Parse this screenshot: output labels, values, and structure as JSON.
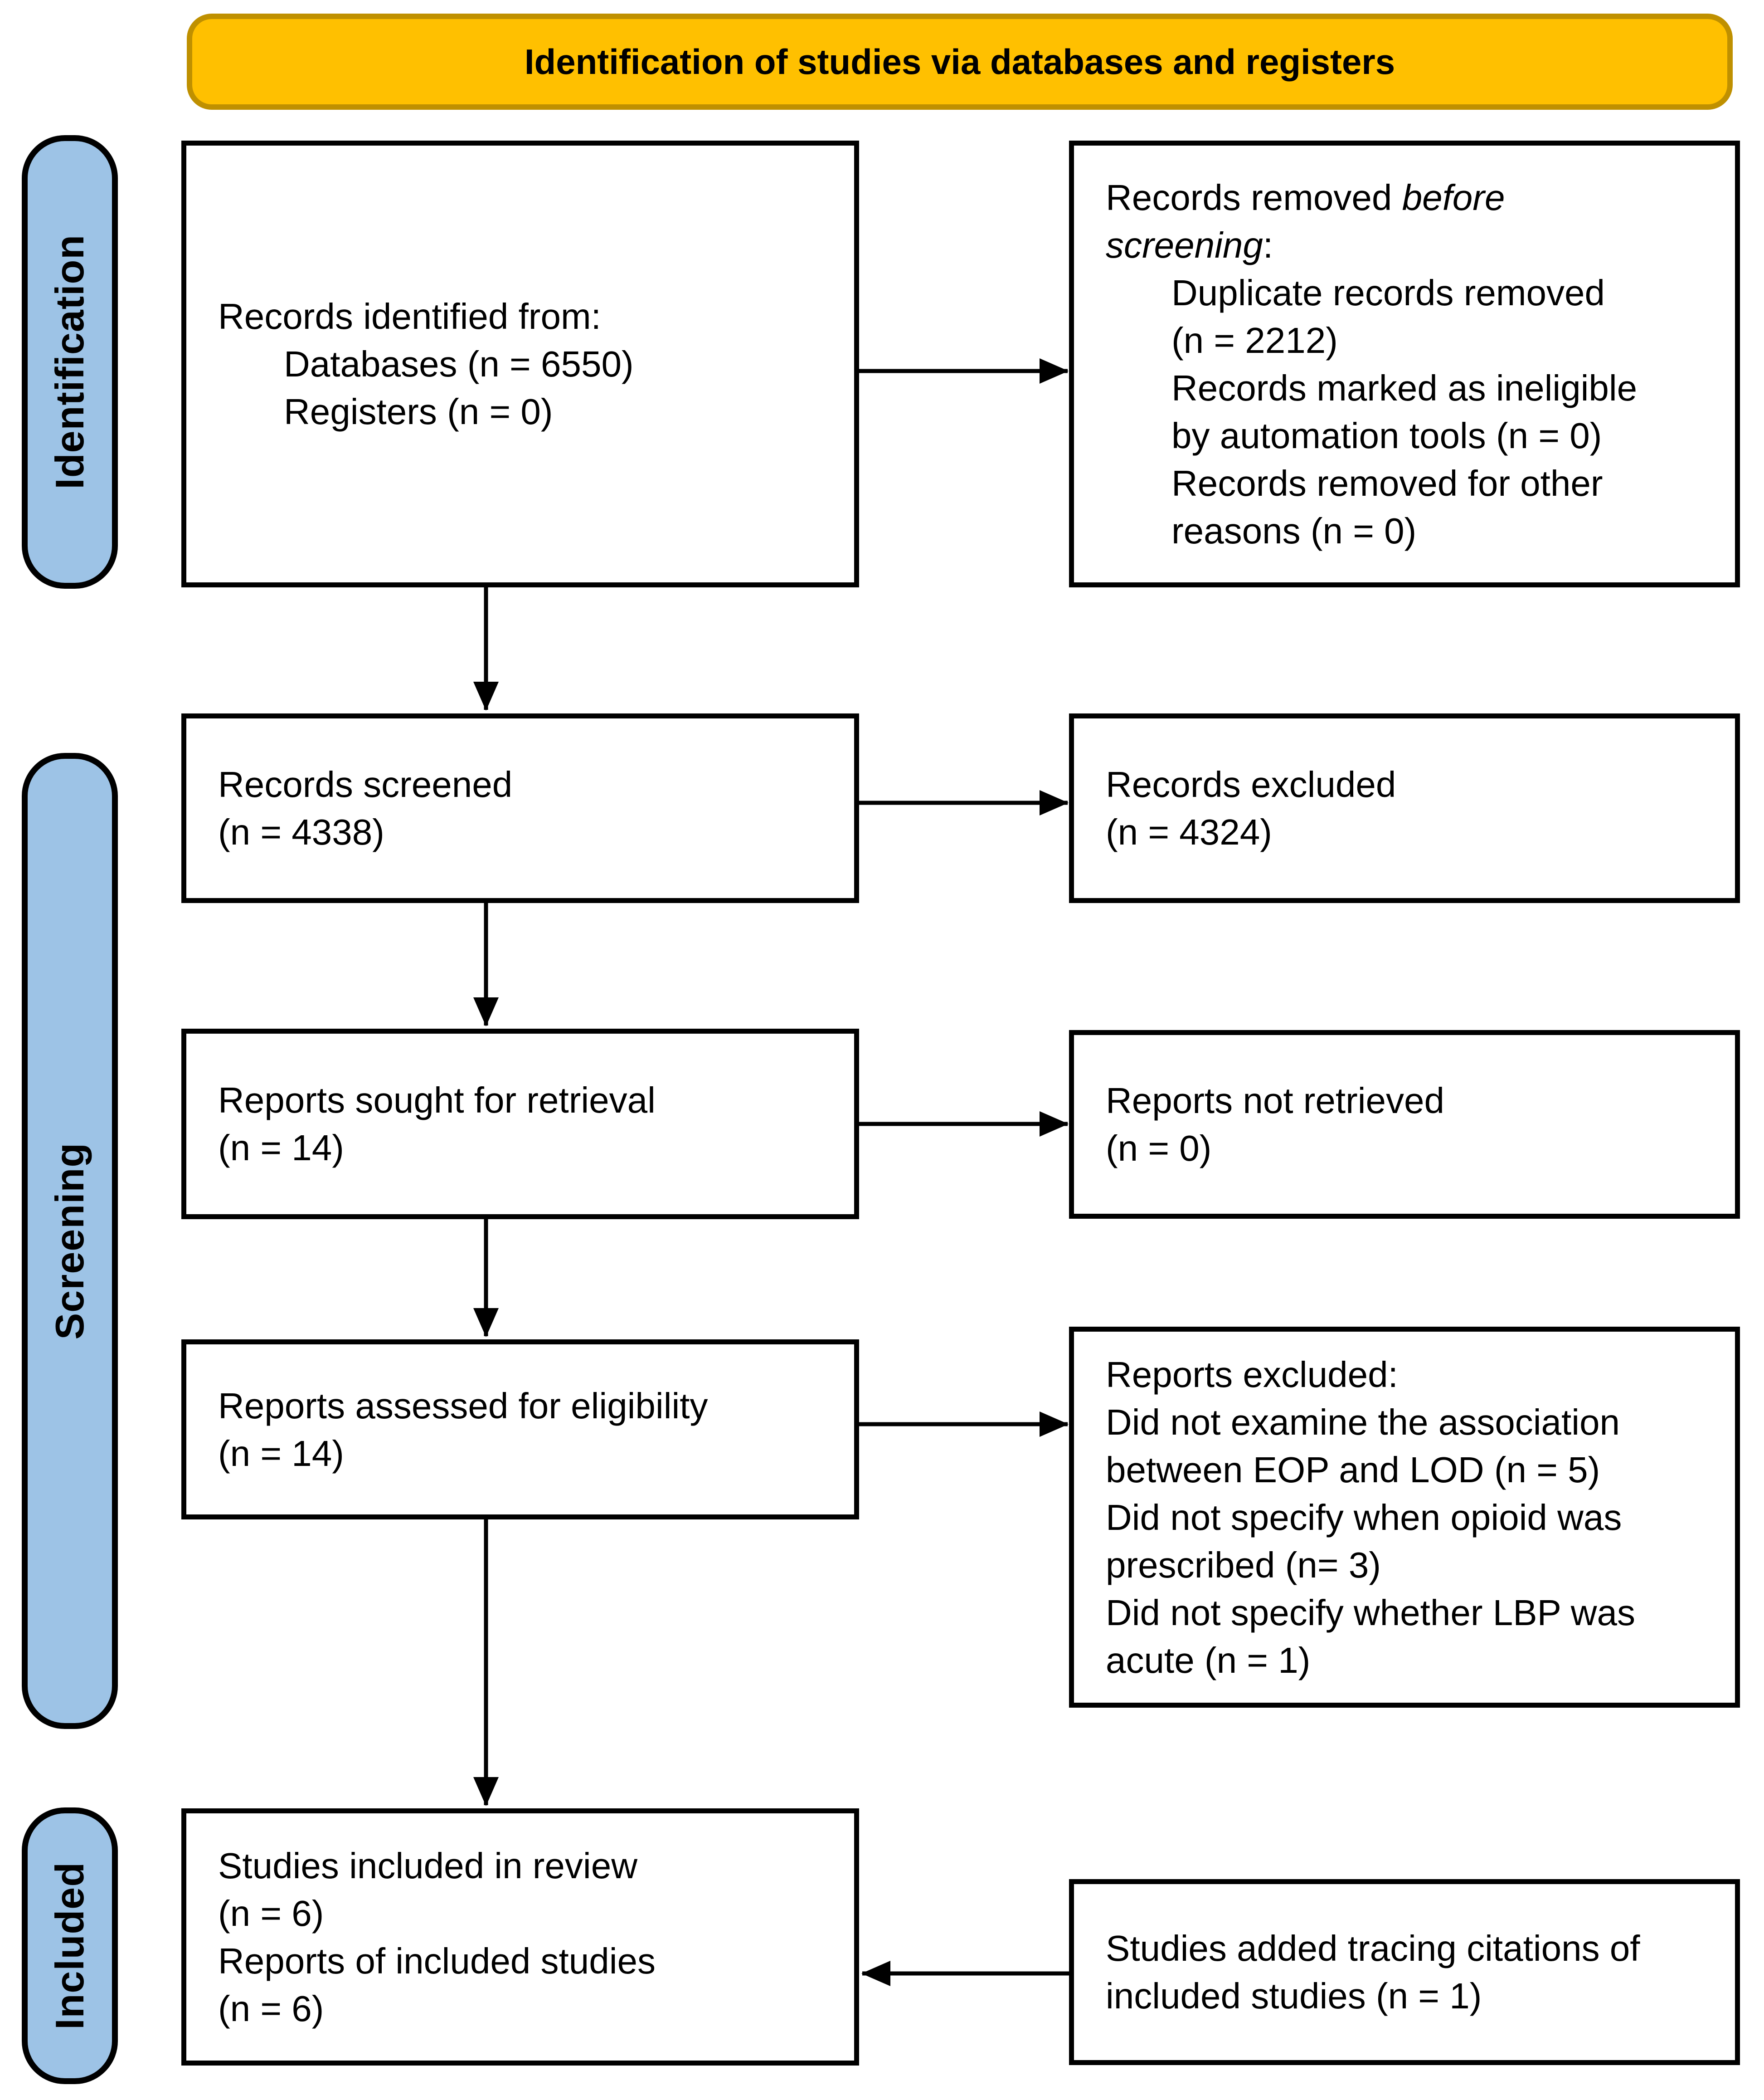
{
  "banner": {
    "title": "Identification of studies via databases and registers",
    "fill_color": "#FFC000",
    "border_color": "#BF9000"
  },
  "stages": {
    "identification": "Identification",
    "screening": "Screening",
    "included": "Included",
    "fill_color": "#9DC3E6"
  },
  "boxes": {
    "records_identified": {
      "title": "Records identified from:",
      "items": [
        "Databases (n = 6550)",
        "Registers (n = 0)"
      ]
    },
    "records_removed": {
      "title_line1_normal": "Records removed ",
      "title_line1_italic": "before",
      "title_line2_italic": "screening",
      "title_line2_suffix": ":",
      "lines": [
        "Duplicate records removed",
        "(n = 2212)",
        "Records marked as ineligible",
        "by automation tools (n = 0)",
        "Records removed for other",
        "reasons (n = 0)"
      ]
    },
    "records_screened": {
      "lines": [
        "Records screened",
        "(n = 4338)"
      ]
    },
    "records_excluded": {
      "lines": [
        "Records excluded",
        "(n = 4324)"
      ]
    },
    "reports_sought": {
      "lines": [
        "Reports sought for retrieval",
        "(n = 14)"
      ]
    },
    "reports_not_retrieved": {
      "lines": [
        "Reports not retrieved",
        "(n = 0)"
      ]
    },
    "reports_assessed": {
      "lines": [
        "Reports assessed for eligibility",
        "(n = 14)"
      ]
    },
    "reports_excluded": {
      "lines": [
        "Reports excluded:",
        "Did not examine the association",
        "between EOP and LOD (n = 5)",
        "Did not specify when opioid was",
        "prescribed (n= 3)",
        "Did not specify whether LBP was",
        "acute (n = 1)"
      ]
    },
    "studies_included": {
      "lines": [
        "Studies included in review",
        "(n = 6)",
        "Reports of included studies",
        "(n = 6)"
      ]
    },
    "studies_added": {
      "lines": [
        "Studies added tracing citations of",
        "included studies (n = 1)"
      ]
    }
  }
}
